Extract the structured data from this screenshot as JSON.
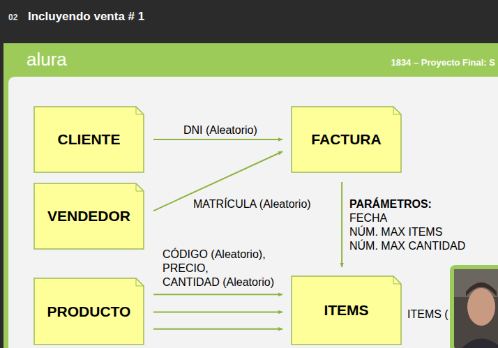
{
  "diagram": {
    "title": "Incluyendo venta # 1",
    "nodes": [
      {
        "text": [
          "CLIENTE"
        ]
      },
      {
        "text": [
          "VENDEDOR"
        ]
      },
      {
        "text": [
          "PRODUCTO"
        ]
      },
      {
        "text": [
          "FACTURA"
        ]
      },
      {
        "text": [
          "ITEMS"
        ]
      }
    ],
    "edges": [
      {
        "from": 0,
        "to": 3,
        "label": "DNI (Aleatorio)",
        "arrow": "to"
      },
      {
        "from": 1,
        "to": 3,
        "label": "MATRÍCULA (Aleatorio)",
        "arrow": "to"
      },
      {
        "from": 3,
        "to": 4,
        "label": "PARÁMETROS:",
        "arrow": "to"
      },
      {
        "from": 2,
        "to": 4,
        "label": "CÓDIGO (Aleatorio),",
        "arrow": "to"
      },
      {
        "from": 2,
        "to": 4,
        "label": "PRECIO,",
        "arrow": "to"
      },
      {
        "from": 2,
        "to": 4,
        "label": "CANTIDAD (Aleatorio)",
        "arrow": "to"
      }
    ],
    "labels": [
      "02",
      "alura",
      "1834 – Proyecto Final: S",
      "FECHA",
      "NÚM. MAX ITEMS",
      "NÚM. MAX CANTIDAD",
      "ITEMS ("
    ]
  }
}
